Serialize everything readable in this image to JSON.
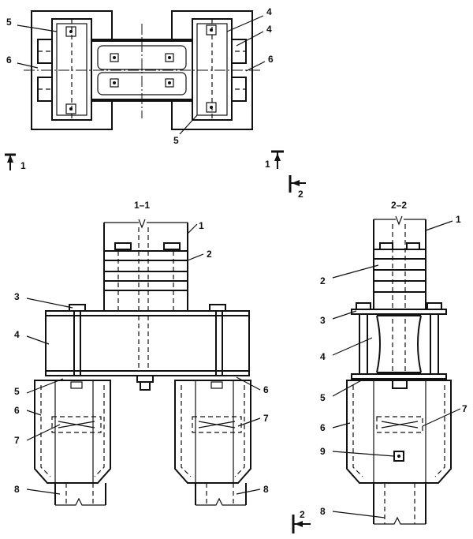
{
  "plan_view": {
    "labels": {
      "l4a": "4",
      "l4b": "4",
      "l5a": "5",
      "l5b": "5",
      "l6a": "6",
      "l6b": "6"
    },
    "section_marks": {
      "m1_left": "1",
      "m1_right": "1",
      "m2_top": "2"
    }
  },
  "section_1_1": {
    "title": "1–1",
    "labels": {
      "l1": "1",
      "l2": "2",
      "l3": "3",
      "l4": "4",
      "l5": "5",
      "l6a": "6",
      "l6b": "6",
      "l7a": "7",
      "l7b": "7",
      "l8a": "8",
      "l8b": "8"
    }
  },
  "section_2_2": {
    "title": "2–2",
    "labels": {
      "l1": "1",
      "l2": "2",
      "l3": "3",
      "l4": "4",
      "l5": "5",
      "l6": "6",
      "l7": "7",
      "l8": "8",
      "l9": "9"
    },
    "section_mark_bottom": "2"
  }
}
